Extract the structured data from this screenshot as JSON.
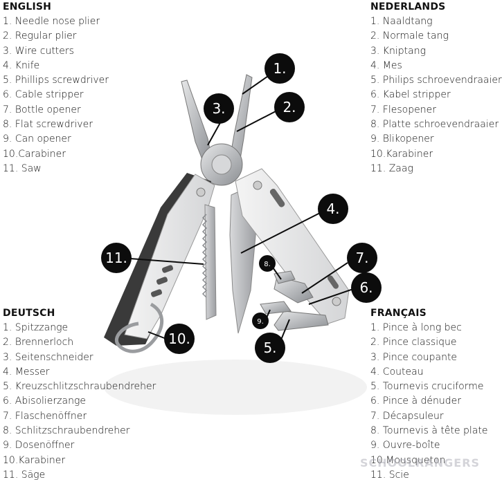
{
  "languages": {
    "english": {
      "title": "ENGLISH",
      "items": [
        "1. Needle nose plier",
        "2. Regular plier",
        "3. Wire cutters",
        "4. Knife",
        "5. Phillips screwdriver",
        "6. Cable stripper",
        "7. Bottle opener",
        "8. Flat screwdriver",
        "9. Can opener",
        "10.Carabiner",
        "11. Saw"
      ]
    },
    "nederlands": {
      "title": "NEDERLANDS",
      "items": [
        "1. Naaldtang",
        "2. Normale tang",
        "3. Kniptang",
        "4. Mes",
        "5. Philips schroevendraaier",
        "6. Kabel stripper",
        "7. Flesopener",
        "8. Platte schroevendraaier",
        "9. Blikopener",
        "10.Karabiner",
        "11. Zaag"
      ]
    },
    "deutsch": {
      "title": "DEUTSCH",
      "items": [
        "1. Spitzzange",
        "2. Brennerloch",
        "3. Seitenschneider",
        "4. Messer",
        "5. Kreuzschlitzschraubendreher",
        "6. Abisolierzange",
        "7. Flaschenöffner",
        "8. Schlitzschraubendreher",
        "9. Dosenöffner",
        "10.Karabiner",
        "11. Säge"
      ]
    },
    "francais": {
      "title": "FRANÇAIS",
      "items": [
        "1. Pince à long bec",
        "2. Pince classique",
        "3. Pince coupante",
        "4. Couteau",
        "5. Tournevis cruciforme",
        "6. Pince à dénuder",
        "7. Décapsuleur",
        "8. Tournevis à tête plate",
        "9. Ouvre-boîte",
        "10.Mousqueton",
        "11. Scie"
      ]
    }
  },
  "callouts": [
    "1.",
    "2.",
    "3.",
    "4.",
    "5.",
    "6.",
    "7.",
    "8.",
    "9.",
    "10.",
    "11."
  ],
  "watermark": "SCHOOLRANGERS",
  "colors": {
    "callout_fill": "#0c0c0c",
    "callout_text": "#ffffff",
    "steel": "#c9cbcd"
  }
}
